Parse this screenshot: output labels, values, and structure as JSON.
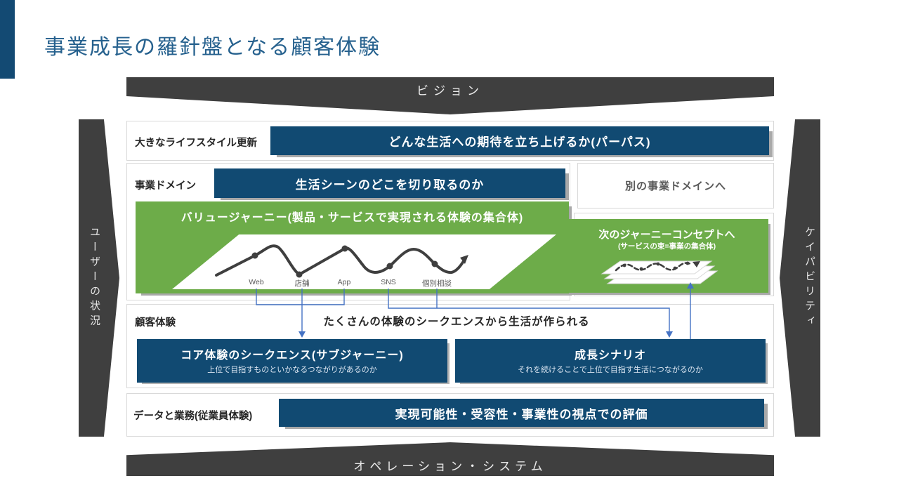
{
  "slide": {
    "title": "事業成長の羅針盤となる顧客体験"
  },
  "banners": {
    "top": "ビジョン",
    "bottom": "オペレーション・システム",
    "left": "ユーザーの状況",
    "right": "ケイパビリティ"
  },
  "lifestyle_row": {
    "label": "大きなライフスタイル更新",
    "bar": "どんな生活への期待を立ち上げるか(パーパス)"
  },
  "domain_row": {
    "label": "事業ドメイン",
    "bar": "生活シーンのどこを切り取るのか",
    "alt_domain": "別の事業ドメインへ"
  },
  "journey_row": {
    "title": "バリュージャーニー(製品・サービスで実現される体験の集合体)",
    "touchpoints": [
      "Web",
      "店舗",
      "App",
      "SNS",
      "個別相談"
    ],
    "next_title": "次のジャーニーコンセプトへ",
    "next_subtitle": "(サービスの束=事業の集合体)"
  },
  "experience_row": {
    "label": "顧客体験",
    "caption": "たくさんの体験のシークエンスから生活が作られる",
    "core": {
      "title": "コア体験のシークエンス(サブジャーニー)",
      "subtitle": "上位で目指すものといかなるつながりがあるのか"
    },
    "growth": {
      "title": "成長シナリオ",
      "subtitle": "それを続けることで上位で目指す生活につながるのか"
    }
  },
  "data_row": {
    "label": "データと業務(従業員体験)",
    "bar": "実現可能性・受容性・事業性の視点での評価"
  },
  "colors": {
    "navy": "#114A72",
    "green": "#6DAC49",
    "dark_gray": "#3F3F3F",
    "arrow_blue": "#4472C4",
    "title_blue": "#26618E",
    "border_gray": "#D9D9D9",
    "shadow_gray": "#A9A9A9"
  }
}
